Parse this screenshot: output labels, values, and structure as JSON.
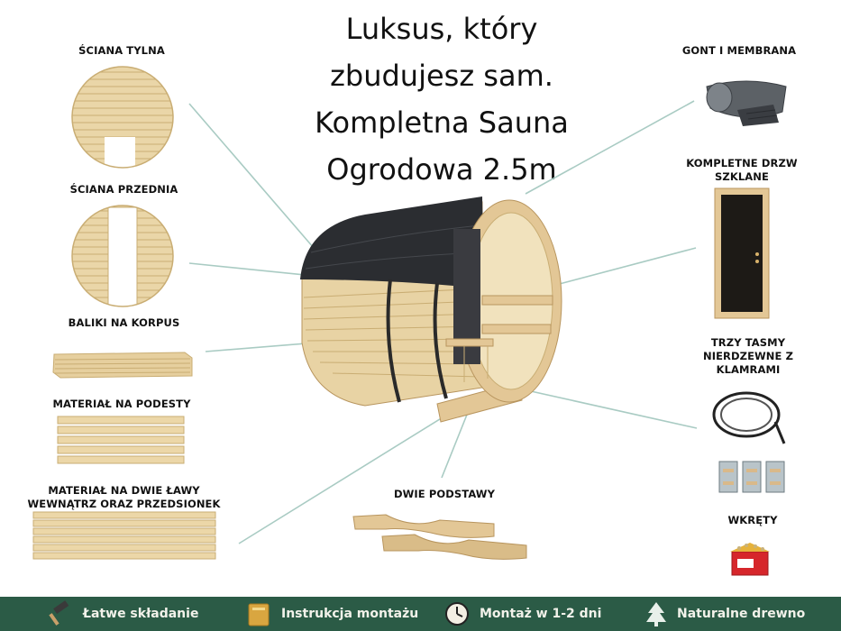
{
  "title": {
    "line1": "Luksus, który",
    "line2": "zbudujesz sam.",
    "line3": "Kompletna Sauna",
    "line4": "Ogrodowa 2.5m"
  },
  "labels": {
    "back_wall": "ŚCIANA TYLNA",
    "front_wall": "ŚCIANA PRZEDNIA",
    "body_planks": "BALIKI NA KORPUS",
    "platform_material": "MATERIAŁ NA PODESTY",
    "bench_material_line1": "MATERIAŁ NA DWIE ŁAWY",
    "bench_material_line2": "WEWNĄTRZ ORAZ PRZEDSIONEK",
    "two_bases": "DWIE PODSTAWY",
    "shingle_membrane": "GONT I MEMBRANA",
    "glass_door_line1": "KOMPLETNE DRZW",
    "glass_door_line2": "SZKLANE",
    "straps_line1": "TRZY TASMY",
    "straps_line2": "NIERDZEWNE Z",
    "straps_line3": "KLAMRAMI",
    "screws": "WKRĘTY"
  },
  "footer": {
    "items": [
      {
        "label": "Łatwe składanie",
        "icon": "hammer-icon"
      },
      {
        "label": "Instrukcja montażu",
        "icon": "book-icon"
      },
      {
        "label": "Montaż w 1-2 dni",
        "icon": "clock-icon"
      },
      {
        "label": "Naturalne drewno",
        "icon": "tree-icon"
      }
    ]
  },
  "colors": {
    "footer_bg": "#2b5b46",
    "wood": "#e6cf9e",
    "wood_dark": "#c9ad73",
    "roof": "#2b2d31",
    "connector": "#a9cbc3"
  }
}
